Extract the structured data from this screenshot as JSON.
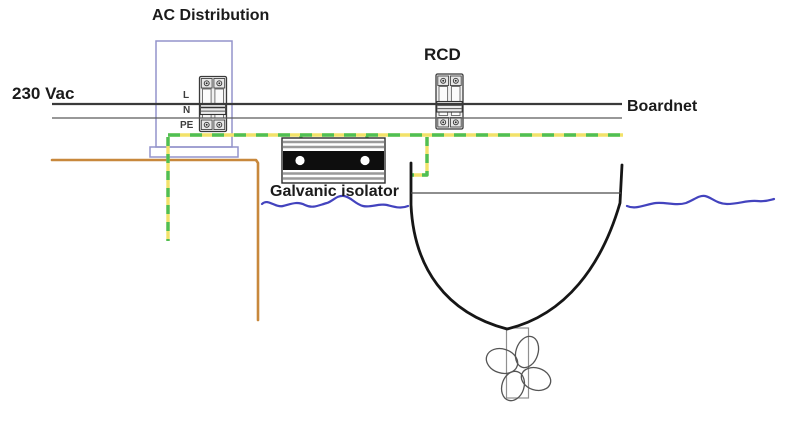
{
  "diagram": {
    "title": "AC Distribution",
    "labels": {
      "ac_distribution": "AC Distribution",
      "source_voltage": "230 Vac",
      "rcd": "RCD",
      "boardnet": "Boardnet",
      "galvanic_isolator": "Galvanic isolator",
      "wire_l": "L",
      "wire_n": "N",
      "wire_pe": "PE"
    }
  },
  "colors": {
    "pe_green": "#4fbf54",
    "pe_yellow": "#f2e26a",
    "ground_orange": "#c8883c",
    "water_blue": "#4343be",
    "panel_outline": "#9494cb",
    "live_wire": "#3a3a3a",
    "neutral_wire": "#5a5a5a",
    "hull_black": "#161616",
    "deck_line": "#4a4a4a",
    "prop_gray": "#555555",
    "shaft_gray": "#909090"
  }
}
